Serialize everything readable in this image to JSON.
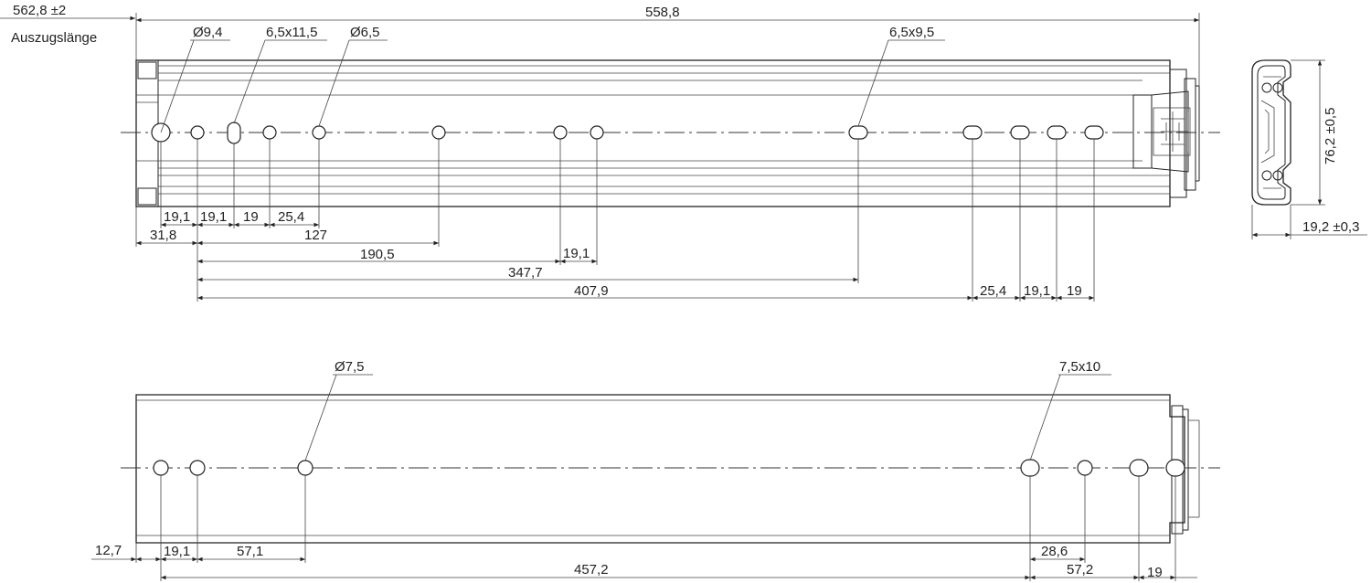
{
  "top_left": {
    "extension": "562,8 ±2",
    "extension_label": "Auszugslänge"
  },
  "overall_length": "558,8",
  "upper_rail": {
    "hole_callouts": [
      "Ø9,4",
      "6,5x11,5",
      "Ø6,5",
      "6,5x9,5"
    ],
    "pitch_dims": [
      "19,1",
      "19,1",
      "19",
      "25,4"
    ],
    "offset": "31,8",
    "chain": [
      "127",
      "190,5",
      "19,1",
      "347,7",
      "407,9"
    ],
    "rear_dims": [
      "25,4",
      "19,1",
      "19"
    ]
  },
  "section": {
    "height": "76,2 ±0,5",
    "width": "19,2 ±0,3"
  },
  "lower_rail": {
    "hole_callouts": [
      "Ø7,5",
      "7,5x10"
    ],
    "front_dims": [
      "12,7",
      "19,1",
      "57,1"
    ],
    "long_dim": "457,2",
    "rear_dims": [
      "28,6",
      "57,2",
      "19"
    ]
  }
}
